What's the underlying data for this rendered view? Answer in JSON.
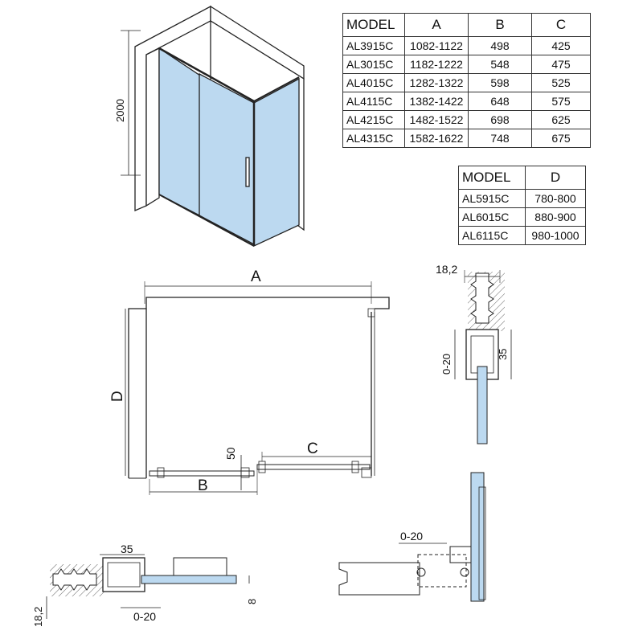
{
  "table_abc": {
    "headers": [
      "MODEL",
      "A",
      "B",
      "C"
    ],
    "rows": [
      [
        "AL3915C",
        "1082-1122",
        "498",
        "425"
      ],
      [
        "AL3015C",
        "1182-1222",
        "548",
        "475"
      ],
      [
        "AL4015C",
        "1282-1322",
        "598",
        "525"
      ],
      [
        "AL4115C",
        "1382-1422",
        "648",
        "575"
      ],
      [
        "AL4215C",
        "1482-1522",
        "698",
        "625"
      ],
      [
        "AL4315C",
        "1582-1622",
        "748",
        "675"
      ]
    ]
  },
  "table_d": {
    "headers": [
      "MODEL",
      "D"
    ],
    "rows": [
      [
        "AL5915C",
        "780-800"
      ],
      [
        "AL6015C",
        "880-900"
      ],
      [
        "AL6115C",
        "980-1000"
      ]
    ]
  },
  "iso_view": {
    "height_label": "2000"
  },
  "plan_view": {
    "label_a": "A",
    "label_b": "B",
    "label_c": "C",
    "label_d": "D",
    "label_50": "50"
  },
  "profile_wall": {
    "width_label": "18,2",
    "adjust_label": "0-20",
    "depth_label": "35"
  },
  "profile_bottom_left": {
    "depth_label": "35",
    "adjust_label": "0-20",
    "wall_label": "18,2",
    "glass_label": "8"
  },
  "profile_corner": {
    "adjust_label": "0-20"
  },
  "colors": {
    "glass": "#b8d8f0",
    "line": "#222222",
    "hatch": "#555555"
  }
}
